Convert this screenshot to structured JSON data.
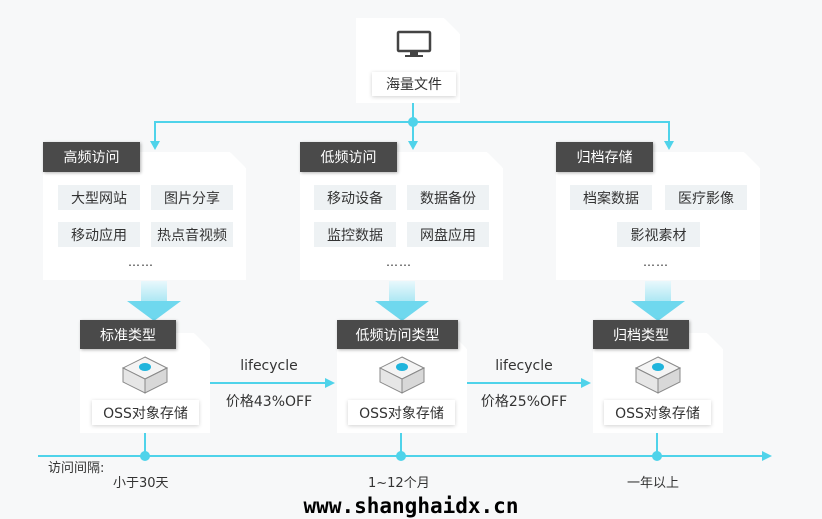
{
  "top": {
    "label": "海量文件",
    "icon": "monitor-icon"
  },
  "categories": [
    {
      "title": "高频访问",
      "tags": [
        "大型网站",
        "图片分享",
        "移动应用",
        "热点音视频"
      ],
      "more": "……"
    },
    {
      "title": "低频访问",
      "tags": [
        "移动设备",
        "数据备份",
        "监控数据",
        "网盘应用"
      ],
      "more": "……"
    },
    {
      "title": "归档存储",
      "tags": [
        "档案数据",
        "医疗影像",
        "影视素材"
      ],
      "more": "……"
    }
  ],
  "storage": [
    {
      "title": "标准类型",
      "label": "OSS对象存储"
    },
    {
      "title": "低频访问类型",
      "label": "OSS对象存储"
    },
    {
      "title": "归档类型",
      "label": "OSS对象存储"
    }
  ],
  "transitions": [
    {
      "label": "lifecycle",
      "price": "价格43%OFF"
    },
    {
      "label": "lifecycle",
      "price": "价格25%OFF"
    }
  ],
  "timeline": {
    "label": "访问间隔:",
    "points": [
      "小于30天",
      "1~12个月",
      "一年以上"
    ]
  },
  "watermark": "www.shanghaidx.cn",
  "colors": {
    "accent": "#4fd3ea",
    "header": "#4a4a4a"
  }
}
